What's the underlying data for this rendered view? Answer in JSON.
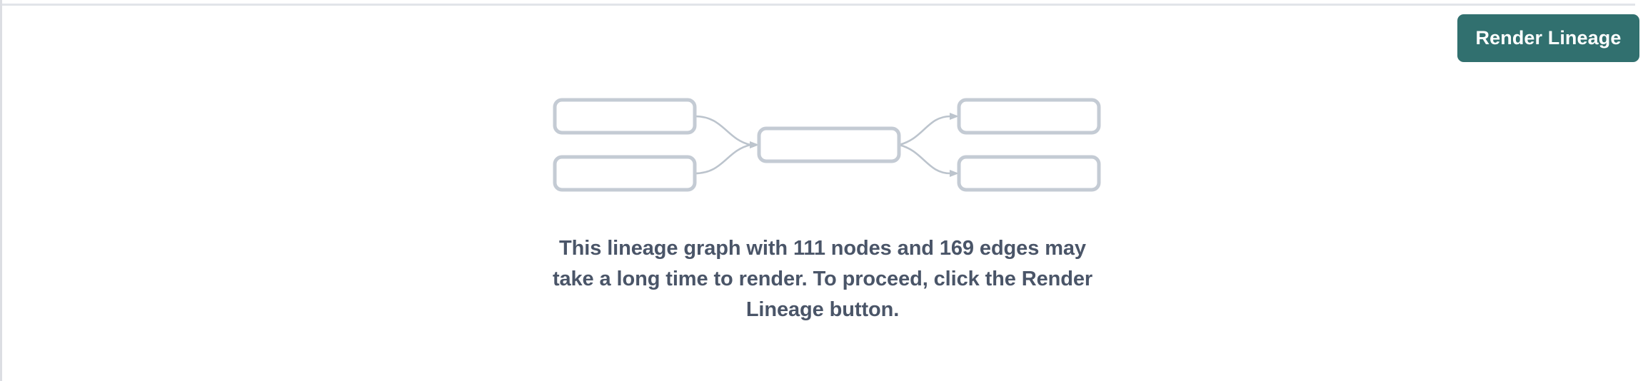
{
  "page": {
    "background_color": "#ffffff",
    "border_color": "#dcdee3",
    "rule_color": "#e2e4e9"
  },
  "toolbar": {
    "render_lineage_label": "Render Lineage",
    "render_lineage_bg": "#31706f",
    "render_lineage_text_color": "#ffffff"
  },
  "placeholder_graph": {
    "node_border_color": "#c4cbd4",
    "node_fill_color": "#ffffff",
    "edge_color": "#bcc4cd",
    "nodes": [
      {
        "id": "upstream-1",
        "label": ""
      },
      {
        "id": "upstream-2",
        "label": ""
      },
      {
        "id": "center",
        "label": ""
      },
      {
        "id": "downstream-1",
        "label": ""
      },
      {
        "id": "downstream-2",
        "label": ""
      }
    ],
    "edges": [
      {
        "from": "upstream-1",
        "to": "center"
      },
      {
        "from": "upstream-2",
        "to": "center"
      },
      {
        "from": "center",
        "to": "downstream-1"
      },
      {
        "from": "center",
        "to": "downstream-2"
      }
    ]
  },
  "message": {
    "node_count": 111,
    "edge_count": 169,
    "text": "This lineage graph with 111 nodes and 169 edges may take a long time to render. To proceed, click the Render Lineage button.",
    "text_color": "#4a5568"
  }
}
